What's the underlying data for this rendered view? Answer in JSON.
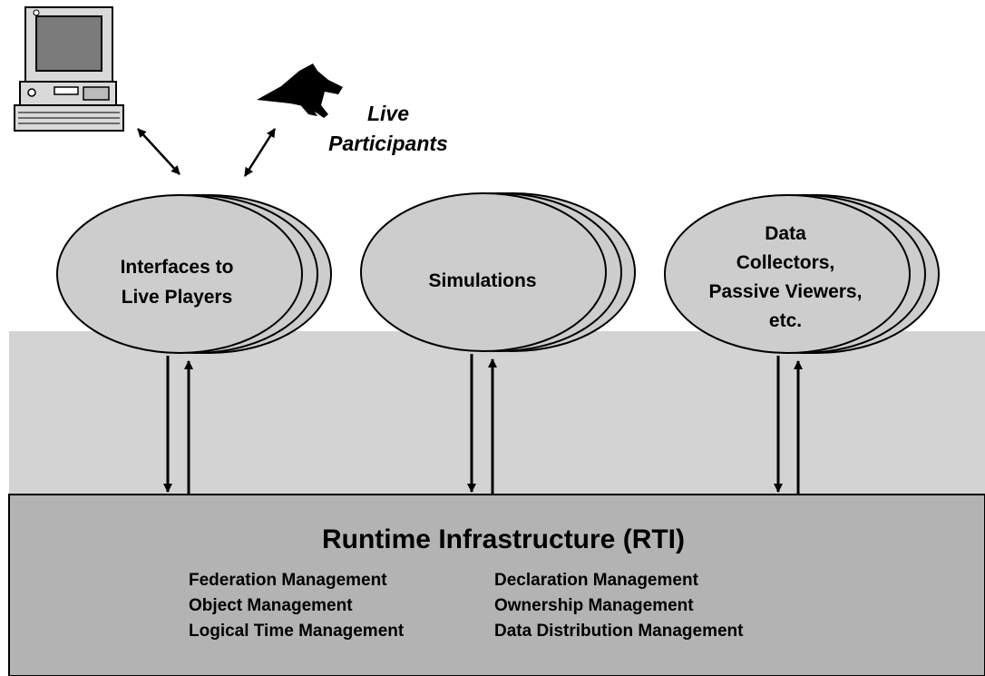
{
  "live_participants": [
    "Live",
    "Participants"
  ],
  "federates": [
    {
      "id": "interfaces",
      "lines": [
        "Interfaces to",
        "Live Players"
      ]
    },
    {
      "id": "simulations",
      "lines": [
        "Simulations"
      ]
    },
    {
      "id": "collectors",
      "lines": [
        "Data",
        "Collectors,",
        "Passive Viewers,",
        "etc."
      ]
    }
  ],
  "rti": {
    "title": "Runtime Infrastructure (RTI)",
    "services_left": [
      "Federation Management",
      "Object Management",
      "Logical Time Management"
    ],
    "services_right": [
      "Declaration Management",
      "Ownership Management",
      "Data Distribution Management"
    ]
  },
  "colors": {
    "background_band": "#d3d3d3",
    "rti_box": "#b3b3b3",
    "ellipse": "#cdcdcd",
    "stroke": "#000000"
  },
  "icons": [
    "computer-icon",
    "jet-aircraft-icon"
  ]
}
